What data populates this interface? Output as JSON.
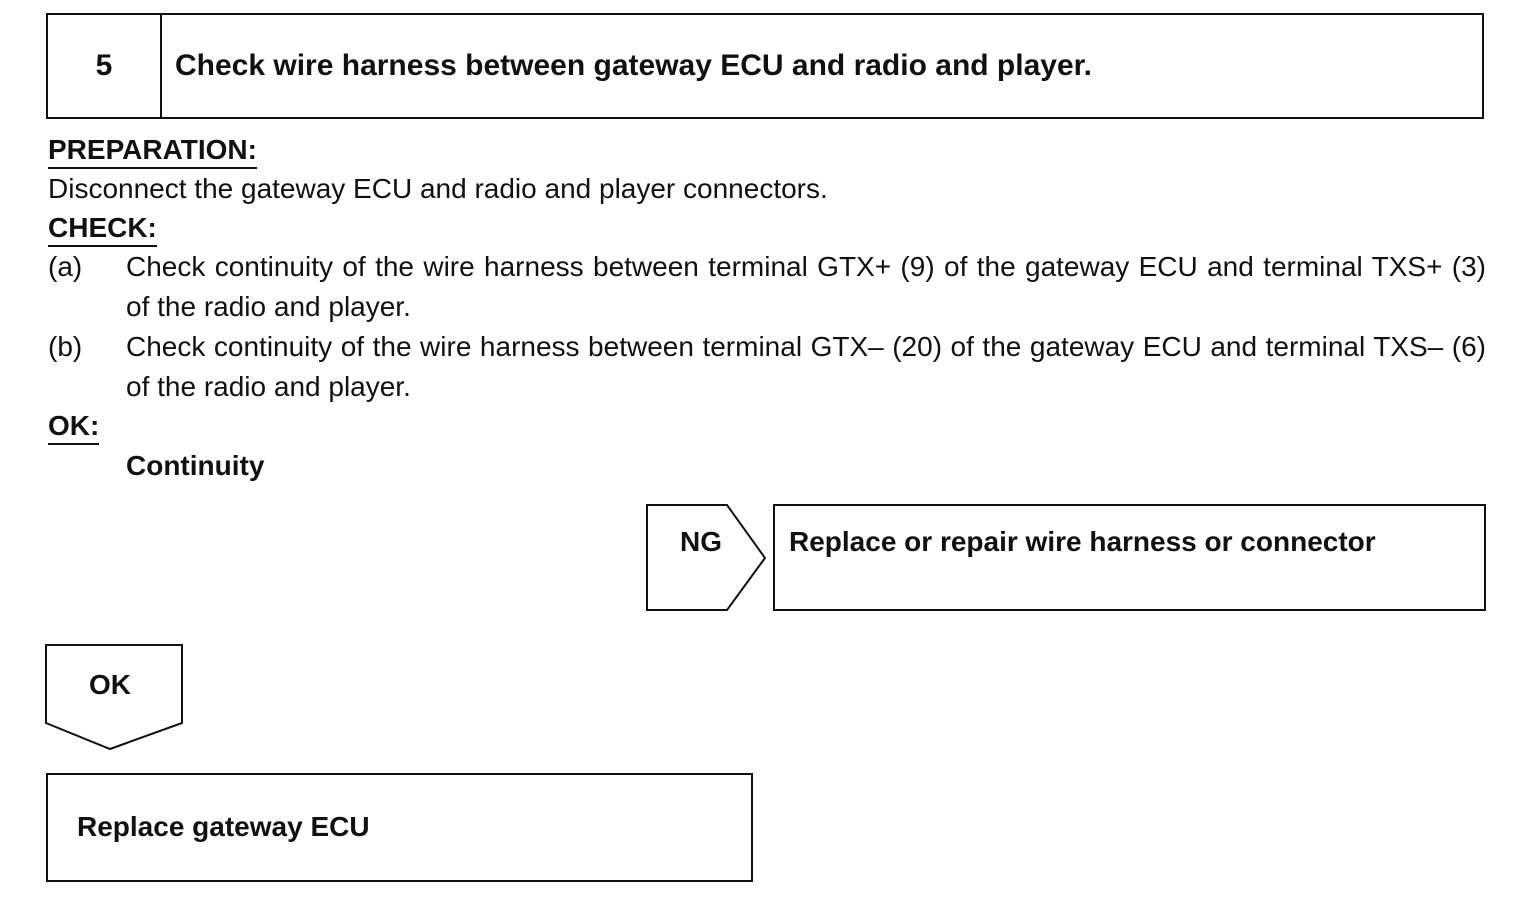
{
  "step": {
    "number": "5",
    "title": "Check wire harness between gateway ECU and radio and player."
  },
  "preparation": {
    "label": "PREPARATION:",
    "text": "Disconnect the gateway ECU and radio and player connectors."
  },
  "check": {
    "label": "CHECK:",
    "items": [
      {
        "letter": "(a)",
        "text": "Check continuity of the wire harness between terminal GTX+ (9) of the gateway ECU and terminal TXS+ (3) of the radio and player."
      },
      {
        "letter": "(b)",
        "text": "Check continuity of the wire harness between terminal GTX– (20) of the gateway ECU and terminal TXS– (6) of the radio and player."
      }
    ]
  },
  "ok": {
    "label": "OK:",
    "value": "Continuity"
  },
  "flow": {
    "ng_label": "NG",
    "ng_result": "Replace or repair wire harness or connector",
    "ok_label": "OK",
    "ok_result": "Replace gateway ECU"
  }
}
